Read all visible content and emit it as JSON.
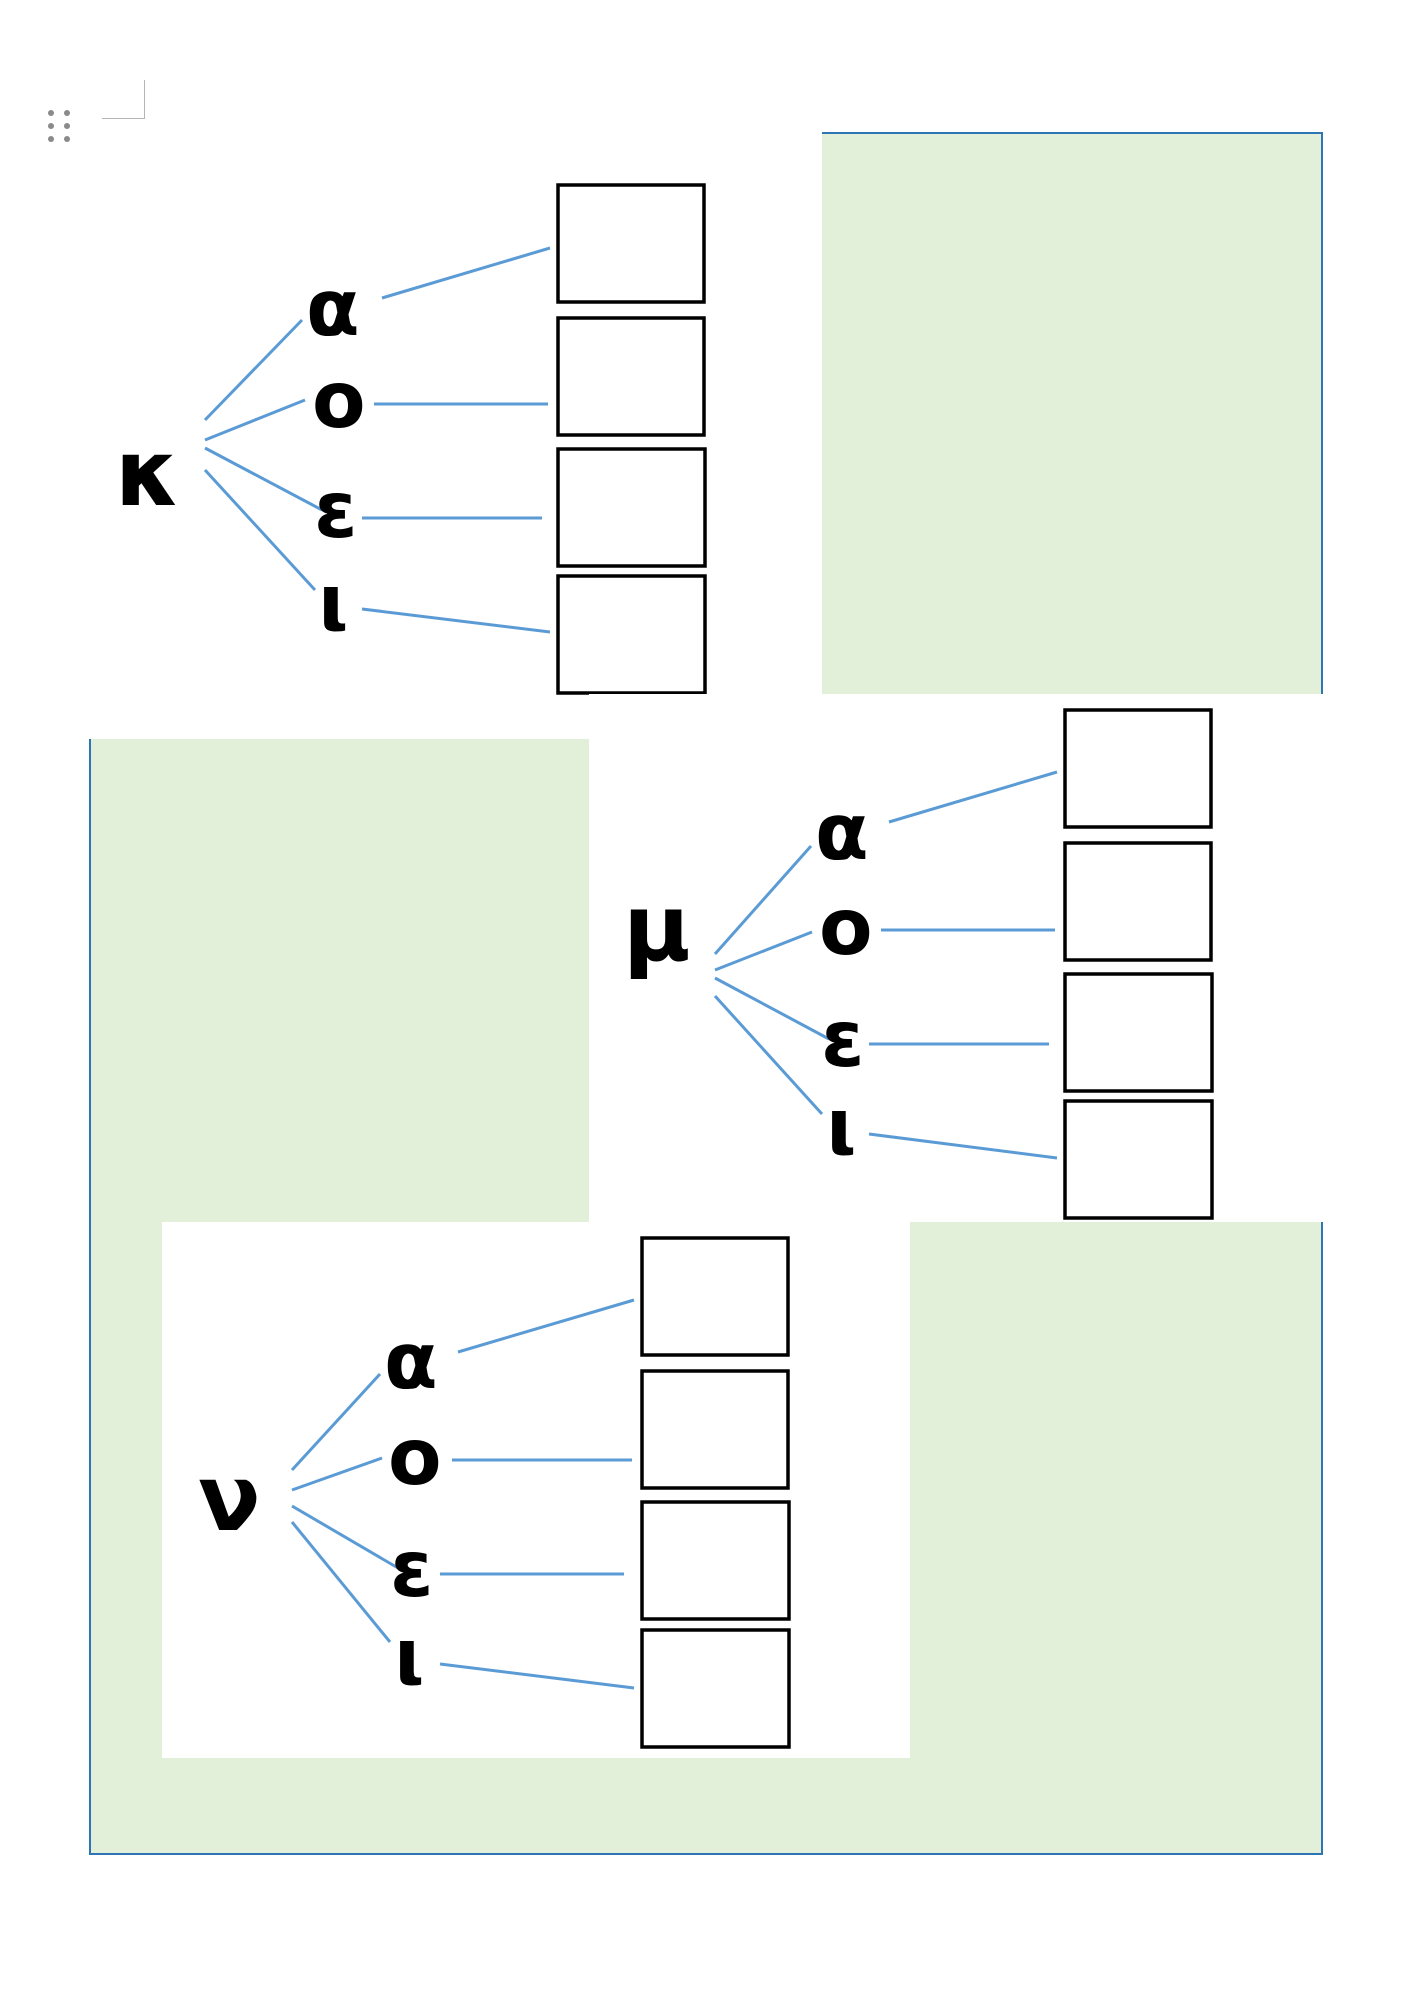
{
  "colors": {
    "panel_fill": "#e2efd9",
    "panel_border": "#2e75b6",
    "branch_line": "#5b9bd5",
    "box_border": "#000000"
  },
  "editor": {
    "drag_handle_icon": "drag-handle-icon",
    "corner_mark_icon": "margin-corner-icon"
  },
  "trees": [
    {
      "consonant": "κ",
      "vowels": [
        "α",
        "ο",
        "ε",
        "ι"
      ]
    },
    {
      "consonant": "μ",
      "vowels": [
        "α",
        "ο",
        "ε",
        "ι"
      ]
    },
    {
      "consonant": "ν",
      "vowels": [
        "α",
        "ο",
        "ε",
        "ι"
      ]
    }
  ]
}
